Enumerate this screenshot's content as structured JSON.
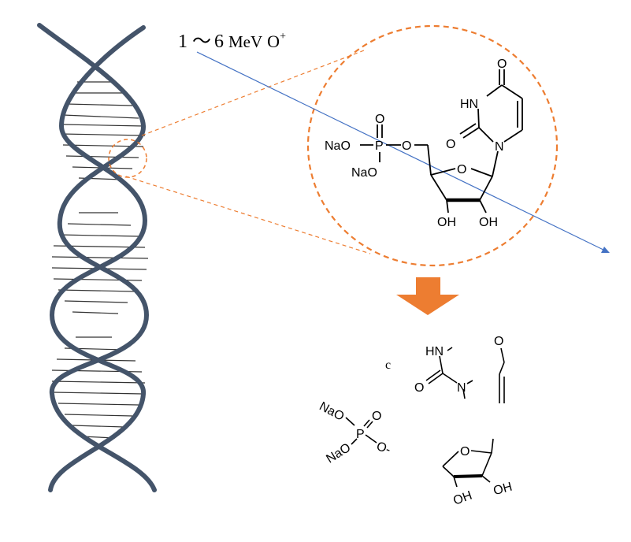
{
  "beam": {
    "energy_low": "1",
    "sep": "～",
    "energy_high": "6",
    "unit": "MeV",
    "ion": "O",
    "charge": "+"
  },
  "molecule": {
    "na1": "NaO",
    "na2": "NaO",
    "phos_p": "P",
    "phos_o_top": "O",
    "phos_o_link": "O",
    "ring_o": "O",
    "nh": "HN",
    "carbonyl_o_top": "O",
    "carbonyl_o_left": "O",
    "n1": "N",
    "oh3": "OH",
    "oh2": "OH"
  },
  "fragments": {
    "c_atom": "c",
    "hn": "HN",
    "urea_o": "O",
    "urea_n": "N",
    "enone_o": "O",
    "phosphate_na1": "NaO",
    "phosphate_na2": "NaO",
    "phosphate_p": "P",
    "phosphate_o_top": "O",
    "phosphate_o_minus": "O-",
    "sugar_o": "O",
    "sugar_oh_left": "OH",
    "sugar_oh_right": "OH"
  },
  "colors": {
    "helix": "#44546a",
    "beam": "#4472c4",
    "zoom": "#ed7d31",
    "arrow": "#ed7d31"
  }
}
